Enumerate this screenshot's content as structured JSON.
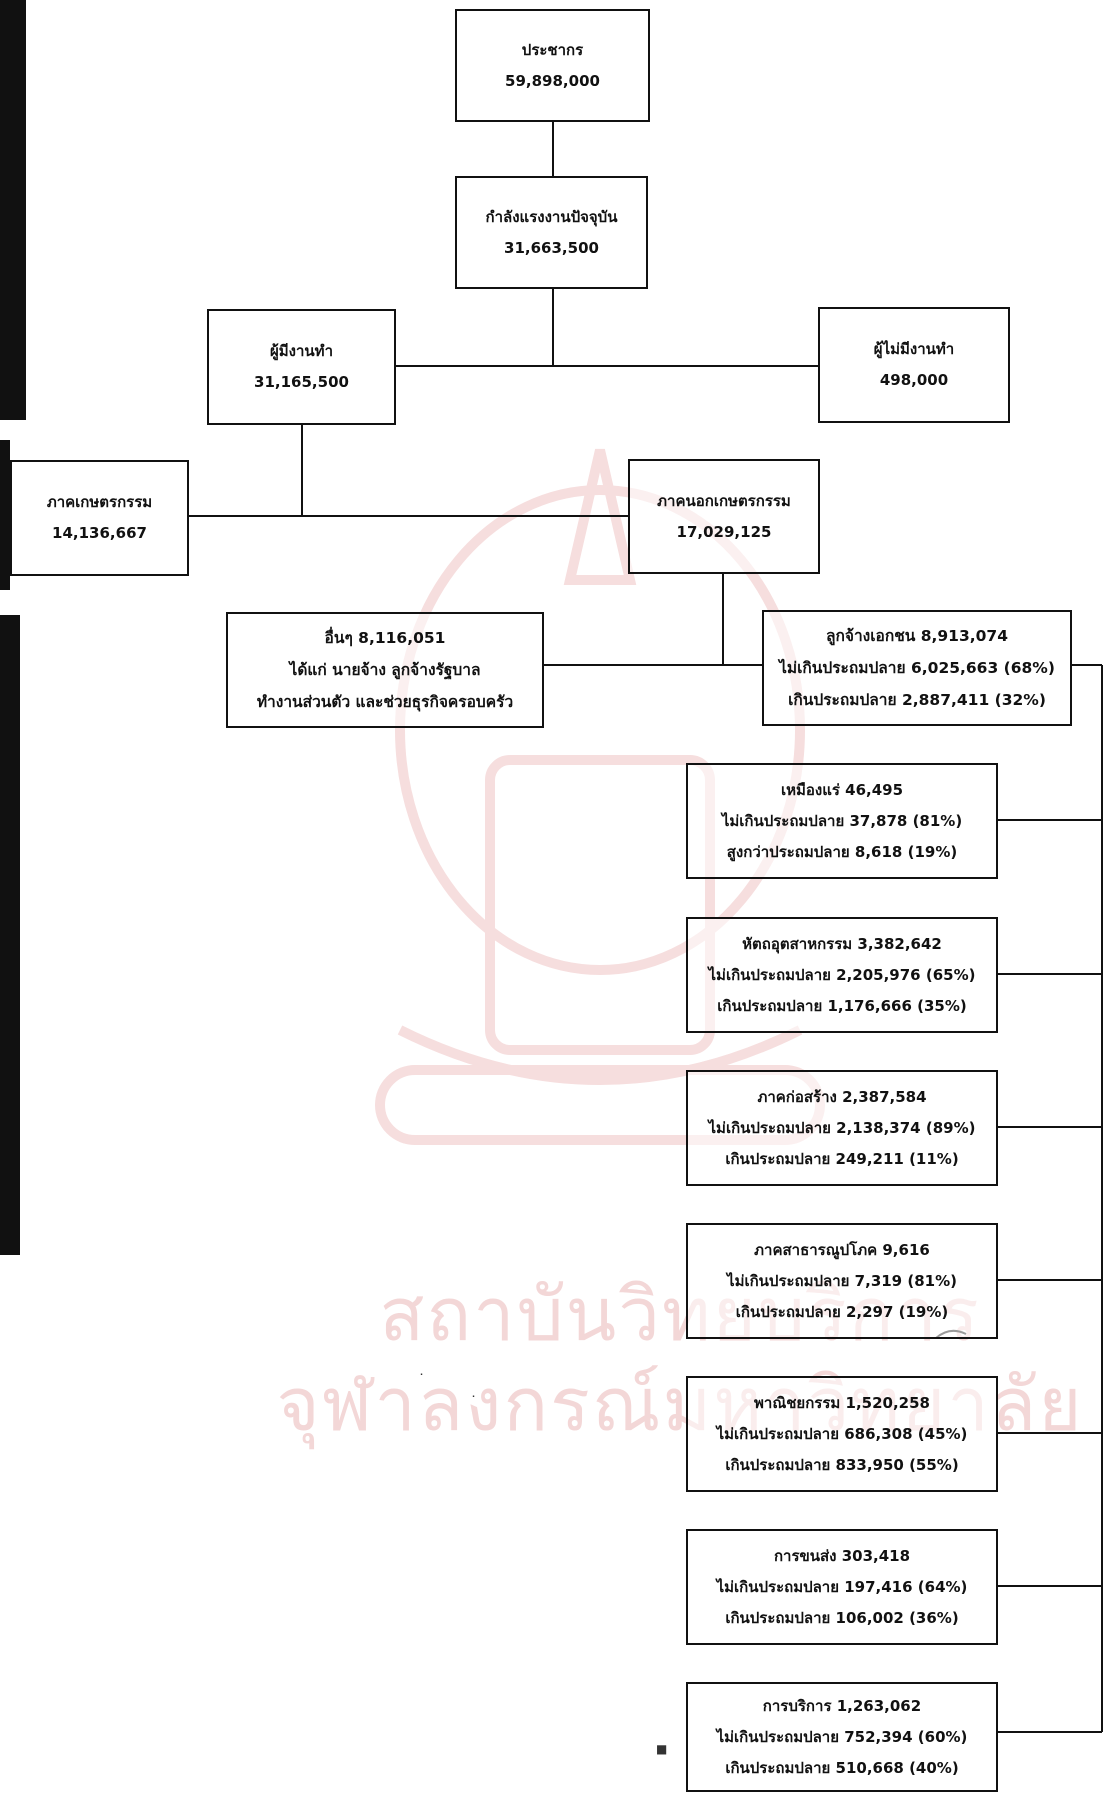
{
  "nodes": {
    "population": {
      "label": "ประชากร",
      "value": "59,898,000"
    },
    "labor_force": {
      "label": "กำลังแรงงานปัจจุบัน",
      "value": "31,663,500"
    },
    "employed": {
      "label": "ผู้มีงานทำ",
      "value": "31,165,500"
    },
    "unemployed": {
      "label": "ผู้ไม่มีงานทำ",
      "value": "498,000"
    },
    "agriculture": {
      "label": "ภาคเกษตรกรรม",
      "value": "14,136,667"
    },
    "non_agriculture": {
      "label": "ภาคนอกเกษตรกรรม",
      "value": "17,029,125"
    },
    "others": {
      "line1": "อื่นๆ 8,116,051",
      "line2": "ได้แก่ นายจ้าง ลูกจ้างรัฐบาล",
      "line3": "ทำงานส่วนตัว และช่วยธุรกิจครอบครัว"
    },
    "private_employees": {
      "line1": "ลูกจ้างเอกชน 8,913,074",
      "line2": "ไม่เกินประถมปลาย 6,025,663 (68%)",
      "line3": "เกินประถมปลาย 2,887,411 (32%)"
    }
  },
  "sectors": [
    {
      "line1": "เหมืองแร่ 46,495",
      "line2": "ไม่เกินประถมปลาย 37,878 (81%)",
      "line3": "สูงกว่าประถมปลาย 8,618 (19%)"
    },
    {
      "line1": "หัตถอุตสาหกรรม 3,382,642",
      "line2": "ไม่เกินประถมปลาย 2,205,976 (65%)",
      "line3": "เกินประถมปลาย 1,176,666 (35%)"
    },
    {
      "line1": "ภาคก่อสร้าง 2,387,584",
      "line2": "ไม่เกินประถมปลาย 2,138,374 (89%)",
      "line3": "เกินประถมปลาย 249,211 (11%)"
    },
    {
      "line1": "ภาคสาธารณูปโภค 9,616",
      "line2": "ไม่เกินประถมปลาย 7,319 (81%)",
      "line3": "เกินประถมปลาย 2,297 (19%)"
    },
    {
      "line1": "พาณิชยกรรม 1,520,258",
      "line2": "ไม่เกินประถมปลาย 686,308 (45%)",
      "line3": "เกินประถมปลาย 833,950 (55%)"
    },
    {
      "line1": "การขนส่ง 303,418",
      "line2": "ไม่เกินประถมปลาย 197,416 (64%)",
      "line3": "เกินประถมปลาย 106,002 (36%)"
    },
    {
      "line1": "การบริการ 1,263,062",
      "line2": "ไม่เกินประถมปลาย 752,394 (60%)",
      "line3": "เกินประถมปลาย 510,668 (40%)"
    }
  ],
  "watermark": {
    "line1": "สถาบันวิทยบริการ",
    "line2": "จุฬาลงกรณ์มหาวิทยาลัย"
  },
  "colors": {
    "line": "#111111",
    "watermark": "#f3d7d7"
  }
}
